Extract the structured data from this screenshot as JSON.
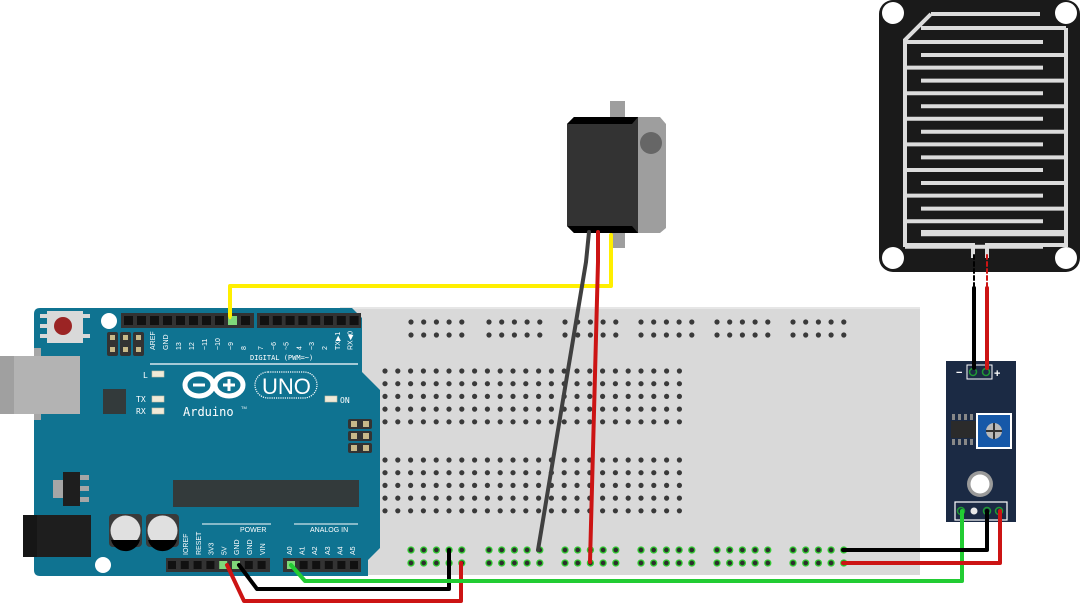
{
  "diagram": {
    "title": "Arduino rain sensor and servo circuit",
    "components": {
      "arduino": {
        "name": "Arduino UNO",
        "logo_text": "Arduino",
        "trademark": "TM",
        "model_badge": "UNO",
        "digital_header_label": "DIGITAL (PWM=~)",
        "digital_pins": [
          "AREF",
          "GND",
          "13",
          "12",
          "~11",
          "~10",
          "~9",
          "8",
          "7",
          "~6",
          "~5",
          "4",
          "~3",
          "2",
          "TX▶1",
          "RX◀0"
        ],
        "power_header_label": "POWER",
        "power_pins": [
          "IOREF",
          "RESET",
          "3V3",
          "5V",
          "GND",
          "GND",
          "VIN"
        ],
        "analog_header_label": "ANALOG IN",
        "analog_pins": [
          "A0",
          "A1",
          "A2",
          "A3",
          "A4",
          "A5"
        ],
        "led_labels": {
          "l": "L",
          "tx": "TX",
          "rx": "RX",
          "on": "ON"
        },
        "board_color": "#0f7391"
      },
      "breadboard": {
        "name": "Half breadboard",
        "color": "#d9d9d9"
      },
      "servo": {
        "name": "Servo motor"
      },
      "rain_sensor_plate": {
        "name": "Rain sensor plate"
      },
      "rain_sensor_module": {
        "name": "Rain sensor comparator module",
        "pin_minus": "−",
        "pin_plus": "+",
        "color": "#1b2a44"
      }
    },
    "wires": [
      {
        "name": "signal-pin9-to-servo",
        "color": "#ffef00",
        "from": "Arduino ~9",
        "to": "Servo signal"
      },
      {
        "name": "servo-gnd",
        "color": "#404040",
        "from": "Servo GND",
        "to": "Breadboard GND rail"
      },
      {
        "name": "servo-vcc",
        "color": "#cc1414",
        "from": "Servo VCC",
        "to": "Breadboard + rail"
      },
      {
        "name": "arduino-5v",
        "color": "#cc1414",
        "from": "Arduino 5V",
        "to": "Breadboard + rail"
      },
      {
        "name": "arduino-gnd",
        "color": "#000000",
        "from": "Arduino GND",
        "to": "Breadboard GND rail"
      },
      {
        "name": "analog-a0",
        "color": "#22cc33",
        "from": "Arduino A0",
        "to": "Rain module AO"
      },
      {
        "name": "module-gnd",
        "color": "#000000",
        "from": "Rain module GND",
        "to": "Breadboard GND rail"
      },
      {
        "name": "module-vcc",
        "color": "#cc1414",
        "from": "Rain module VCC",
        "to": "Breadboard + rail"
      },
      {
        "name": "plate-minus",
        "color": "#000000",
        "from": "Rain plate −",
        "to": "Module −"
      },
      {
        "name": "plate-plus",
        "color": "#cc1414",
        "from": "Rain plate +",
        "to": "Module +"
      }
    ]
  }
}
